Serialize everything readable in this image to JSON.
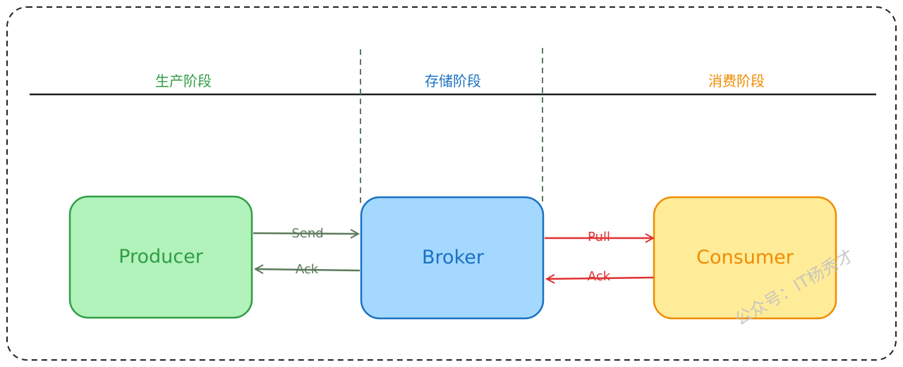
{
  "stages": {
    "production": {
      "label": "生产阶段",
      "color": "#2f9e44"
    },
    "storage": {
      "label": "存储阶段",
      "color": "#1971c2"
    },
    "consumption": {
      "label": "消费阶段",
      "color": "#f08c00"
    }
  },
  "nodes": {
    "producer": {
      "label": "Producer",
      "fill": "#b2f2bb",
      "stroke": "#2f9e44",
      "text_color": "#2f9e44"
    },
    "broker": {
      "label": "Broker",
      "fill": "#a5d8ff",
      "stroke": "#1971c2",
      "text_color": "#1971c2"
    },
    "consumer": {
      "label": "Consumer",
      "fill": "#ffec99",
      "stroke": "#f08c00",
      "text_color": "#f08c00"
    }
  },
  "edges": {
    "send": {
      "label": "Send",
      "from": "Producer",
      "to": "Broker",
      "color": "#5c7a5c"
    },
    "ack_to_producer": {
      "label": "Ack",
      "from": "Broker",
      "to": "Producer",
      "color": "#5c7a5c"
    },
    "pull": {
      "label": "Pull",
      "from": "Broker",
      "to": "Consumer",
      "color": "#e03131"
    },
    "ack_to_broker": {
      "label": "Ack",
      "from": "Consumer",
      "to": "Broker",
      "color": "#e03131"
    }
  },
  "watermark": {
    "text": "公众号：IT杨秀才"
  }
}
